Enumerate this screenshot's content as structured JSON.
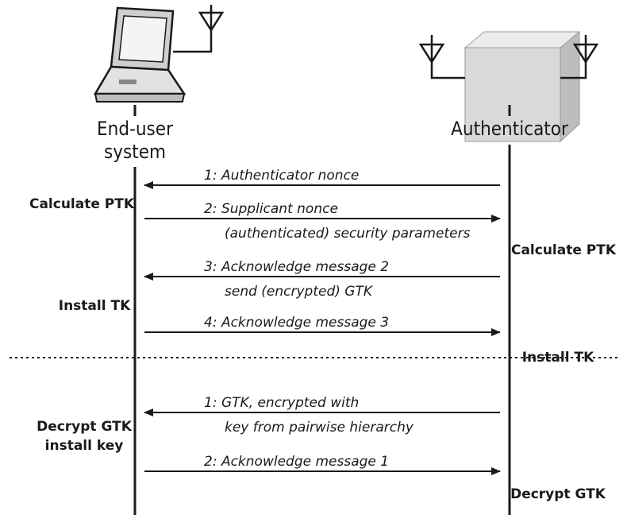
{
  "participants": {
    "left": "End-user\nsystem",
    "right": "Authenticator"
  },
  "messages": [
    {
      "num": "1:",
      "lines": [
        "Authenticator nonce"
      ],
      "dir": "left"
    },
    {
      "num": "2:",
      "lines": [
        "Supplicant nonce",
        "(authenticated) security parameters"
      ],
      "dir": "right"
    },
    {
      "num": "3:",
      "lines": [
        "Acknowledge message 2",
        "send (encrypted) GTK"
      ],
      "dir": "left"
    },
    {
      "num": "4:",
      "lines": [
        "Acknowledge message 3"
      ],
      "dir": "right"
    },
    {
      "num": "1:",
      "lines": [
        "GTK, encrypted with",
        "key from pairwise hierarchy"
      ],
      "dir": "left"
    },
    {
      "num": "2:",
      "lines": [
        "Acknowledge message 1"
      ],
      "dir": "right"
    }
  ],
  "left_actions": [
    [
      "Calculate PTK"
    ],
    [
      "Install TK"
    ],
    [
      "Decrypt GTK",
      "install key"
    ]
  ],
  "right_actions": [
    [
      "Calculate PTK"
    ],
    [
      "Install TK"
    ],
    [
      "Decrypt GTK"
    ]
  ],
  "colors": {
    "line": "#1a1a1a",
    "device_face": "#d9d9d9",
    "device_top": "#ececec",
    "device_side": "#bdbdbd"
  }
}
